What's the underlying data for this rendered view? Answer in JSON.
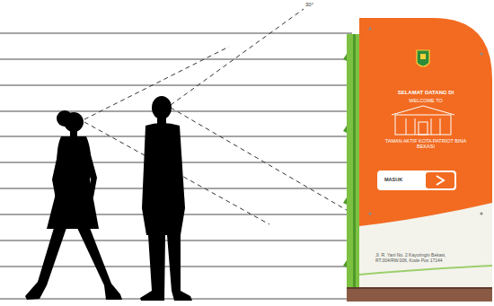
{
  "diagram": {
    "nodes": [
      {
        "text": [
          "SELAMAT DATANG DI",
          "WELCOME TO",
          "TAMAN AKTIF KOTA PATRIOT BINA BEKASI"
        ]
      },
      {
        "text": [
          "MASUK"
        ],
        "in": 0
      },
      {
        "text": [
          "Jl. R. Yani No. 2 Kayuringin Bekasi, RT.004/RW.006, Kode Pos 17144"
        ],
        "in": 0
      }
    ],
    "labels": [
      "30°"
    ]
  }
}
